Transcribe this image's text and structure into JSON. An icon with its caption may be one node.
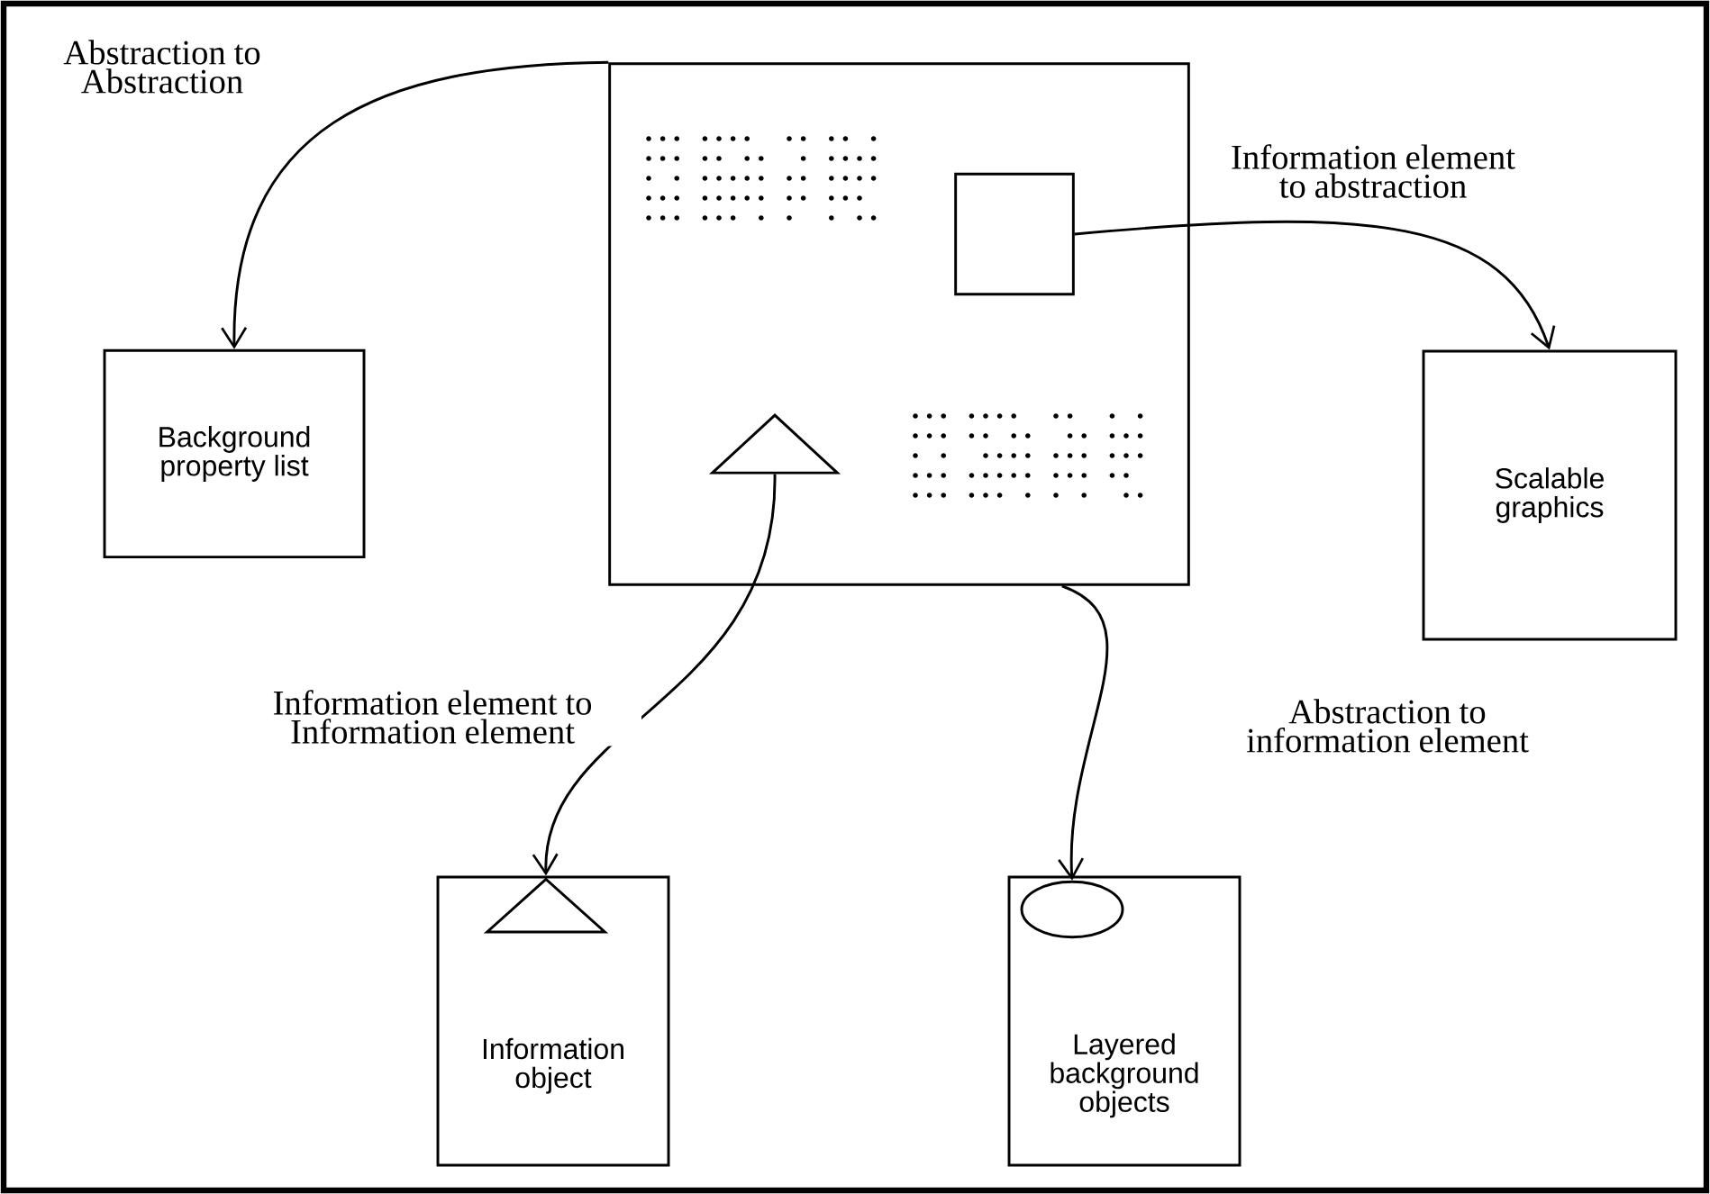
{
  "diagram": {
    "nodes": [
      {
        "text": [],
        "shape": "box"
      },
      {
        "text": [],
        "shape": "box",
        "in": 0
      },
      {
        "text": [],
        "shape": "triangle",
        "in": 0
      },
      {
        "text": [
          "Background property list"
        ]
      },
      {
        "text": [
          "Scalable graphics"
        ]
      },
      {
        "text": [
          "Information object"
        ]
      },
      {
        "text": [],
        "shape": "triangle",
        "in": 5
      },
      {
        "text": [
          "Layered background objects"
        ]
      },
      {
        "text": [],
        "shape": "ellipse",
        "in": 7
      }
    ],
    "edges": [
      {
        "from": 0,
        "to": 3,
        "arrow": "to",
        "label": "Abstraction to Abstraction"
      },
      {
        "from": 1,
        "to": 4,
        "arrow": "to",
        "label": "Information element to abstraction"
      },
      {
        "from": 2,
        "to": 6,
        "arrow": "to",
        "label": "Information element to Information element"
      },
      {
        "from": 0,
        "to": 8,
        "arrow": "to",
        "label": "Abstraction to information element"
      }
    ]
  }
}
